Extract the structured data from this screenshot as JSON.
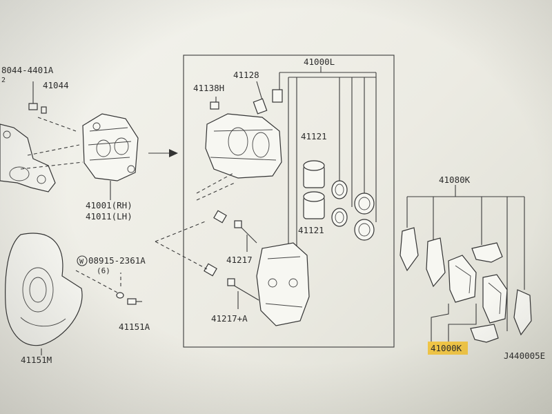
{
  "labels": {
    "p_8044": "8044-4401A",
    "p_8044_qty": "2",
    "p_41044": "41044",
    "p_41001": "41001(RH)",
    "p_41011": "41011(LH)",
    "p_washer_code": "W",
    "p_08915": "08915-2361A",
    "p_08915_qty": "(6)",
    "p_41151a": "41151A",
    "p_41151m": "41151M",
    "p_41000l": "41000L",
    "p_41128": "41128",
    "p_41138h": "41138H",
    "p_41121_top": "41121",
    "p_41121_bot": "41121",
    "p_41217": "41217",
    "p_41217a": "41217+A",
    "p_41080k": "41080K",
    "p_41000k": "41000K",
    "ref_code": "J440005E"
  },
  "colors": {
    "highlight": "#f3c12d",
    "line": "#3a3a3a",
    "paper": "#f4f4ee"
  }
}
